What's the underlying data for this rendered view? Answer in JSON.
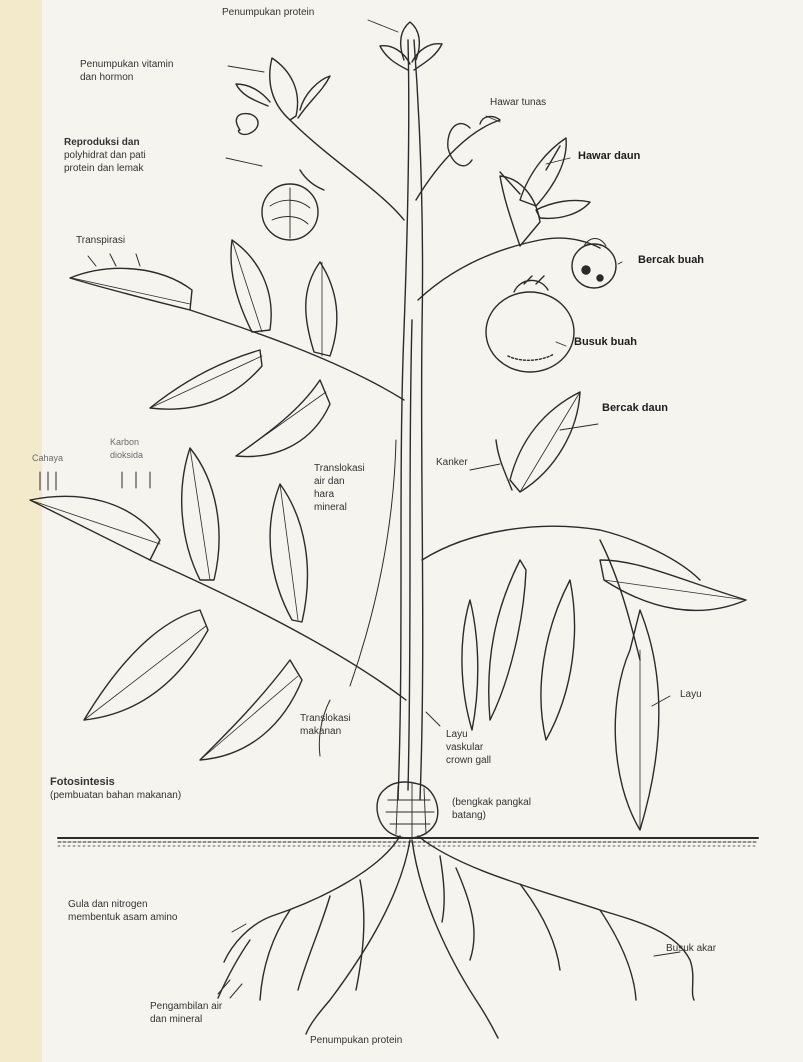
{
  "diagram": {
    "labels": {
      "protein_accum_top": "Penumpukan protein",
      "vitamin_hormone": [
        "Penumpukan vitamin",
        "dan hormon"
      ],
      "repro_polysaccharide": [
        "Reproduksi dan",
        "polyhidrat dan pati",
        "protein dan lemak"
      ],
      "bud_blight": "Hawar tunas",
      "leaf_blight": "Hawar daun",
      "transpiration": "Transpirasi",
      "fruit_spot": "Bercak buah",
      "fruit_rot": "Busuk buah",
      "leaf_spot": "Bercak daun",
      "light": "Cahaya",
      "co2": [
        "Karbon",
        "dioksida"
      ],
      "translocation_water": [
        "Translokasi",
        "air dan",
        "hara",
        "mineral"
      ],
      "canker": "Kanker",
      "wilt": "Layu",
      "translocation_food": [
        "Translokasi",
        "makanan"
      ],
      "vascular_wilt": [
        "Layu",
        "vaskular",
        "crown gall"
      ],
      "crown_gall_desc": [
        "(bengkak pangkal",
        "batang)"
      ],
      "photosynthesis": [
        "Fotosintesis",
        "(pembuatan bahan makanan)"
      ],
      "sugar_nitrogen": [
        "Gula dan nitrogen",
        "membentuk asam amino"
      ],
      "root_rot": "Busuk akar",
      "water_uptake": [
        "Pengambilan air",
        "dan mineral"
      ],
      "protein_accum_bottom": "Penumpukan protein"
    }
  }
}
